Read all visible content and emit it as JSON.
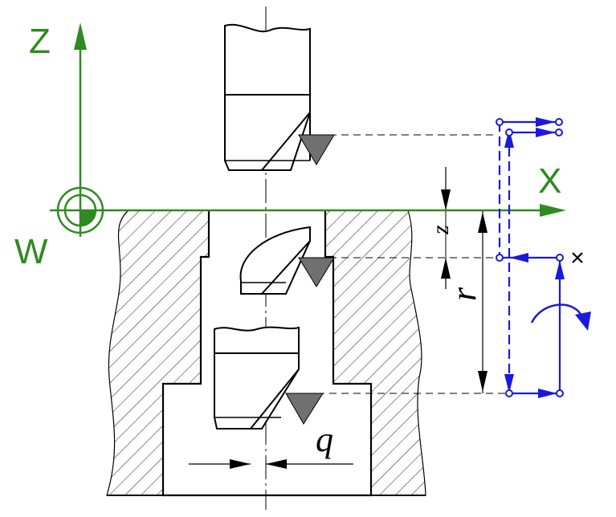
{
  "colors": {
    "axis": "#2e8b1f",
    "path": "#1a1adc",
    "line": "#000000",
    "insert": "#707070"
  },
  "labels": {
    "z_axis": "Z",
    "x_axis": "X",
    "origin": "W",
    "dim_z": "z",
    "dim_r": "r",
    "dim_q": "q"
  },
  "icons": [
    "origin-symbol-icon",
    "rotation-arrow-icon",
    "cross-mark-icon",
    "cutting-insert-icon"
  ]
}
